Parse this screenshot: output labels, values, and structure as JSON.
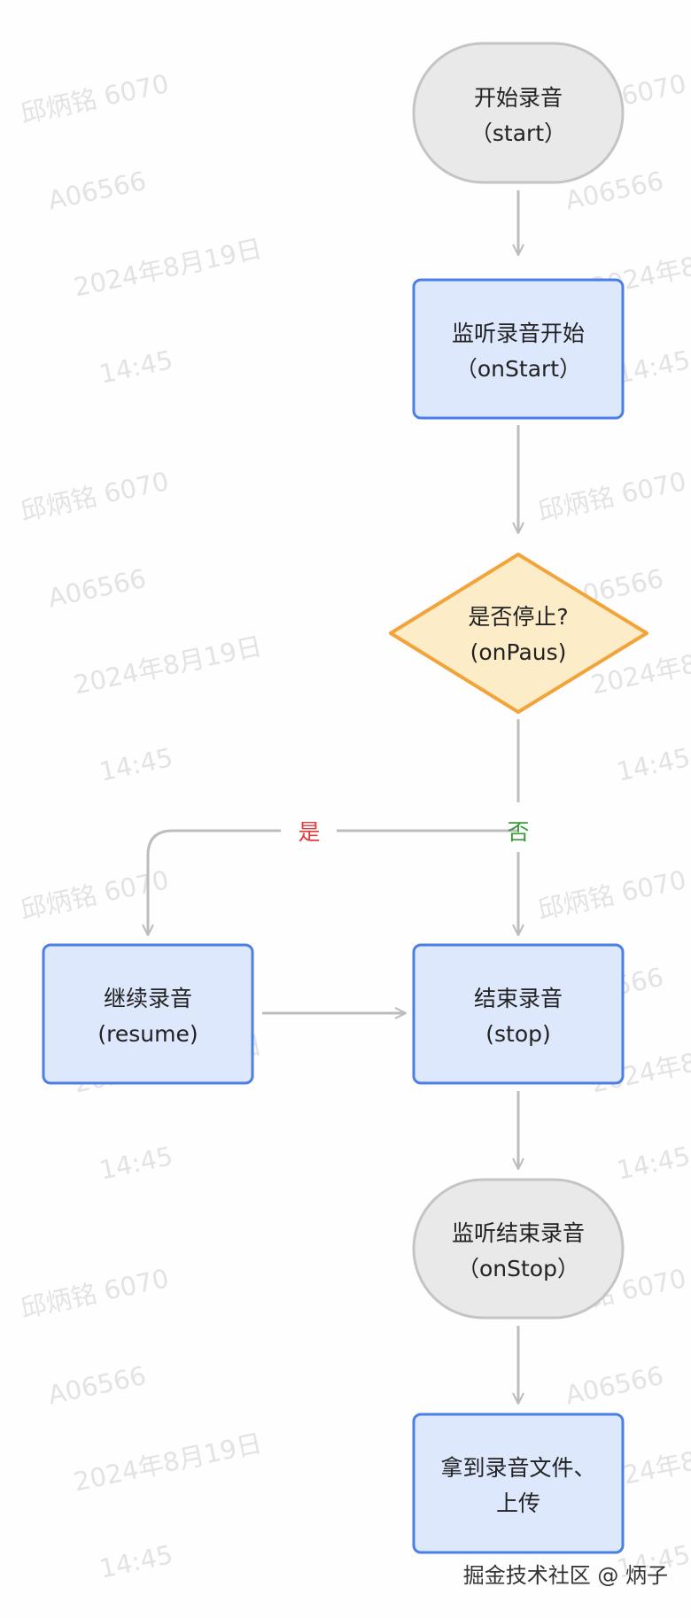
{
  "watermark": {
    "line1": "邱炳铭 6070",
    "line2": "A06566",
    "line3": "2024年8月19日",
    "line4": "14:45"
  },
  "nodes": {
    "start": {
      "line1": "开始录音",
      "line2": "（start）"
    },
    "onstart": {
      "line1": "监听录音开始",
      "line2": "（onStart）"
    },
    "decision": {
      "line1": "是否停止?",
      "line2": "(onPaus)"
    },
    "resume": {
      "line1": "继续录音",
      "line2": "(resume)"
    },
    "stop": {
      "line1": "结束录音",
      "line2": "(stop)"
    },
    "onstop": {
      "line1": "监听结束录音",
      "line2": "（onStop）"
    },
    "upload": {
      "line1": "拿到录音文件、",
      "line2": "上传"
    }
  },
  "edges": {
    "yes_label": "是",
    "no_label": "否"
  },
  "colors": {
    "terminal_fill": "#e9e9e9",
    "terminal_stroke": "#c4c4c4",
    "process_fill": "#dde8fc",
    "process_stroke": "#4a7fe6",
    "decision_fill": "#fdecc8",
    "decision_stroke": "#f2a33a",
    "arrow": "#bdbdbd",
    "yes": "#e03c3c",
    "no": "#3a9a3a"
  },
  "footer": "掘金技术社区 @ 炳子"
}
